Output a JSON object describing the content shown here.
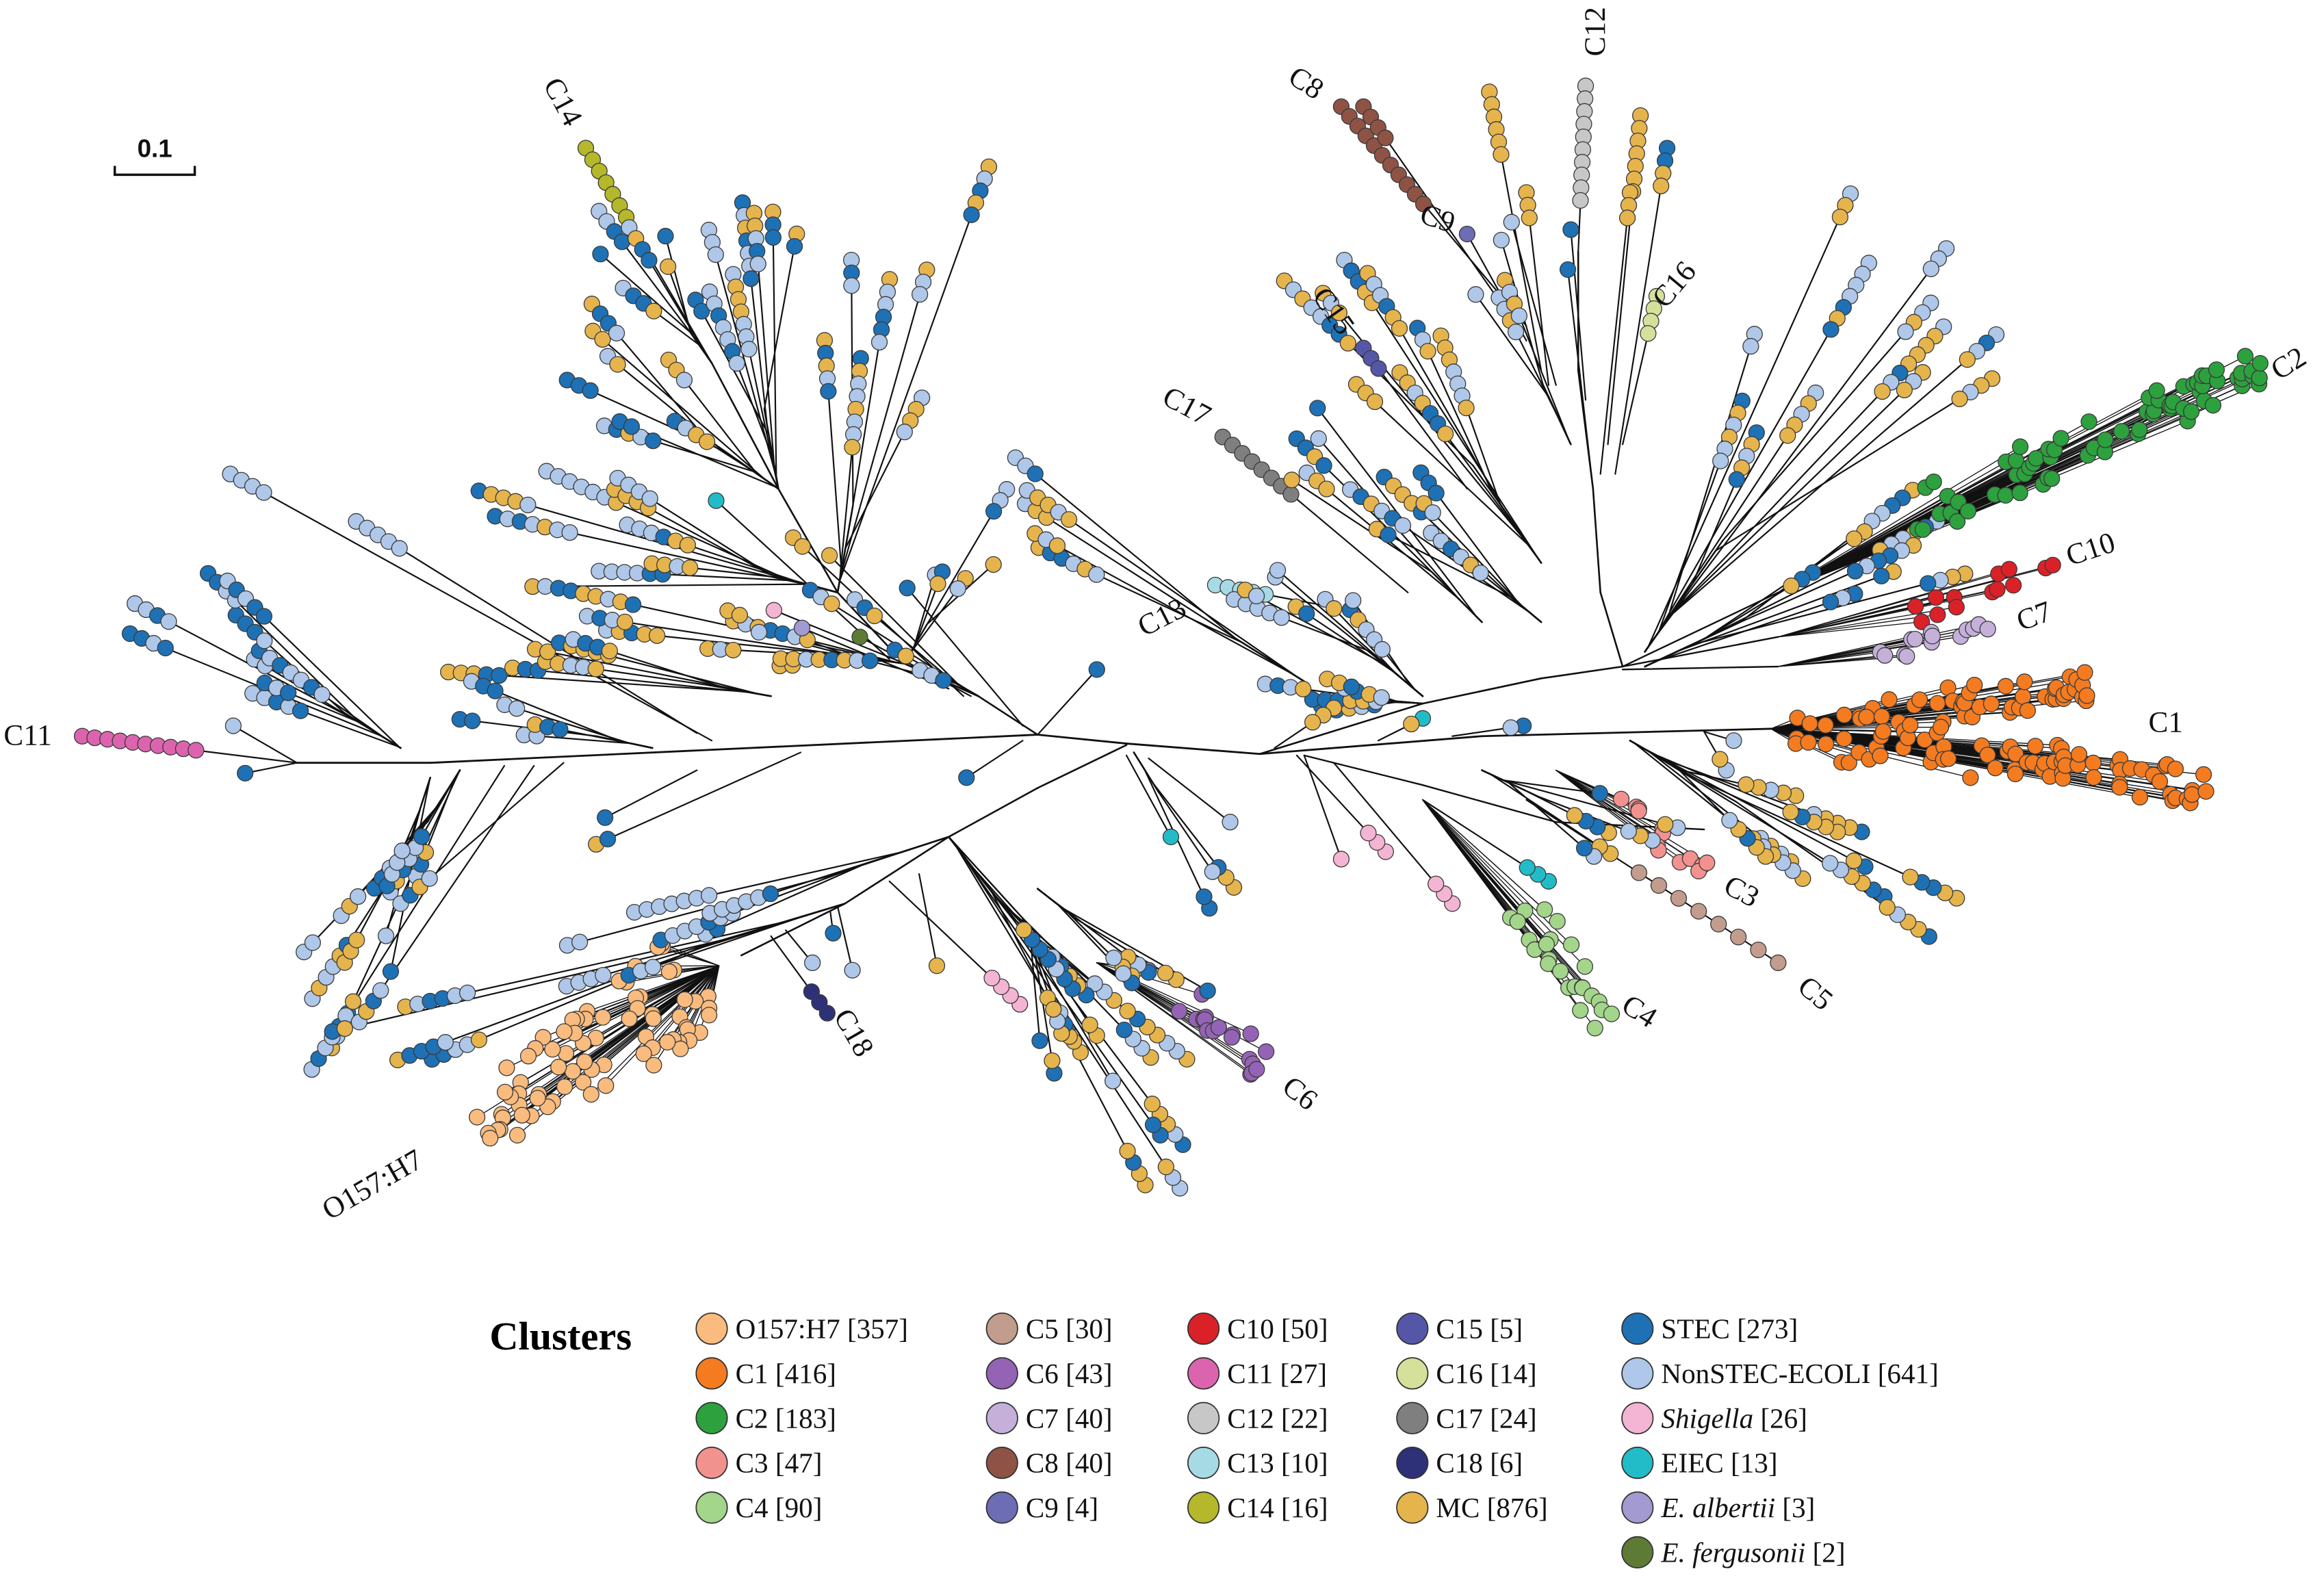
{
  "scale_bar": {
    "label": "0.1"
  },
  "tree_labels": [
    "C14",
    "C8",
    "C12",
    "C9",
    "C16",
    "C15",
    "C2",
    "C17",
    "C10",
    "C7",
    "C13",
    "C1",
    "C11",
    "C3",
    "C5",
    "C4",
    "C18",
    "C6",
    "O157:H7"
  ],
  "legend": {
    "title": "Clusters",
    "items": [
      {
        "name": "O157:H7",
        "count": "[357]",
        "color": "#F9BB7E"
      },
      {
        "name": "C1",
        "count": "[416]",
        "color": "#F47B20"
      },
      {
        "name": "C2",
        "count": "[183]",
        "color": "#2CA13E"
      },
      {
        "name": "C3",
        "count": "[47]",
        "color": "#F2928F"
      },
      {
        "name": "C4",
        "count": "[90]",
        "color": "#A3D58A"
      },
      {
        "name": "C5",
        "count": "[30]",
        "color": "#C29C8D"
      },
      {
        "name": "C6",
        "count": "[43]",
        "color": "#9563B5"
      },
      {
        "name": "C7",
        "count": "[40]",
        "color": "#C5B0DA"
      },
      {
        "name": "C8",
        "count": "[40]",
        "color": "#8E5345"
      },
      {
        "name": "C9",
        "count": "[4]",
        "color": "#6C6DB4"
      },
      {
        "name": "C10",
        "count": "[50]",
        "color": "#DA2128"
      },
      {
        "name": "C11",
        "count": "[27]",
        "color": "#DC64AE"
      },
      {
        "name": "C12",
        "count": "[22]",
        "color": "#C7C7C7"
      },
      {
        "name": "C13",
        "count": "[10]",
        "color": "#A6DBE5"
      },
      {
        "name": "C14",
        "count": "[16]",
        "color": "#B4B82A"
      },
      {
        "name": "C15",
        "count": "[5]",
        "color": "#5656A8"
      },
      {
        "name": "C16",
        "count": "[14]",
        "color": "#D5E19A"
      },
      {
        "name": "C17",
        "count": "[24]",
        "color": "#7F7F7F"
      },
      {
        "name": "C18",
        "count": "[6]",
        "color": "#2E3178"
      },
      {
        "name": "MC",
        "count": "[876]",
        "color": "#E6B44D"
      },
      {
        "name": "STEC",
        "count": "[273]",
        "color": "#1E71B4"
      },
      {
        "name": "NonSTEC-ECOLI",
        "count": "[641]",
        "color": "#AFC7E8"
      },
      {
        "name": "Shigella",
        "count": "[26]",
        "color": "#F4B4D3",
        "italic": true
      },
      {
        "name": "EIEC",
        "count": "[13]",
        "color": "#22BCC8"
      },
      {
        "name": "E. albertii",
        "count": "[3]",
        "color": "#A39AD2",
        "italic": true
      },
      {
        "name": "E. fergusonii",
        "count": "[2]",
        "color": "#5D7B35",
        "italic": true
      }
    ]
  }
}
